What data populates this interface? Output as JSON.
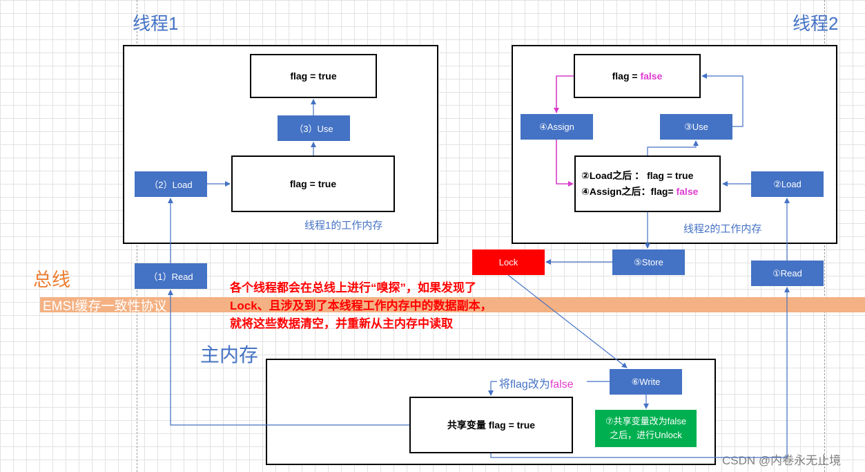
{
  "thread1": {
    "title": "线程1",
    "use_box": "flag = true",
    "use_label": "（3）Use",
    "load_label": "（2）Load",
    "load_box": "flag = true",
    "memory_label": "线程1的工作内存",
    "read_label": "（1）Read"
  },
  "thread2": {
    "title": "线程2",
    "top_box_prefix": "flag = ",
    "top_box_value": "false",
    "assign_label": "④Assign",
    "use_label": "③Use",
    "load_label": "②Load",
    "mid_line1": "②Load之后 ： flag = true",
    "mid_line2_prefix": "④Assign之后：flag= ",
    "mid_line2_value": "false",
    "memory_label": "线程2的工作内存",
    "read_label": "①Read",
    "store_label": "⑤Store",
    "lock_label": "Lock"
  },
  "bus": {
    "title": "总线",
    "protocol": "EMSI缓存一致性协议",
    "note_line1": "各个线程都会在总线上进行“嗅探”，如果发现了",
    "note_line2": "Lock、且涉及到了本线程工作内存中的数据副本，",
    "note_line3": "就将这些数据清空，并重新从主内存中读取"
  },
  "main_memory": {
    "title": "主内存",
    "write_label": "⑥Write",
    "change_prefix": "将flag改为",
    "change_value": "false",
    "shared_var": "共享变量 flag = true",
    "unlock_line1": "⑦共享变量改为false",
    "unlock_line2": "之后，进行Unlock"
  },
  "watermark": "CSDN @内卷永无止境",
  "colors": {
    "accent_blue": "#4472c4",
    "bus_orange": "#f4b183",
    "bus_title": "#ed7d31",
    "lock_red": "#ff0000",
    "unlock_green": "#00b050",
    "assign_pink": "#e03ad0",
    "note_red": "#ff0000"
  }
}
